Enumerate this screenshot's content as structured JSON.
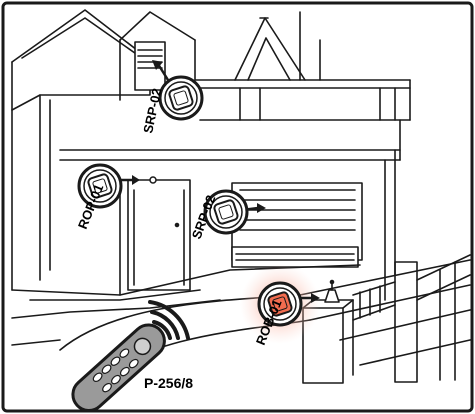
{
  "remote": {
    "label": "P-256/8",
    "icon": "remote-control-icon"
  },
  "modules": [
    {
      "id": "srp-02-top",
      "label": "SRP-02",
      "highlighted": false
    },
    {
      "id": "rop-01",
      "label": "ROP-01",
      "highlighted": false
    },
    {
      "id": "srp-02-garage",
      "label": "SRP-02",
      "highlighted": false
    },
    {
      "id": "rob-01",
      "label": "ROB-01",
      "highlighted": true
    }
  ],
  "colors": {
    "line": "#1a1a1a",
    "module_fill": "#ffffff",
    "module_highlight": "#f26c4f",
    "glow": "#f8b4a4",
    "remote_fill": "#9a9a9a"
  }
}
